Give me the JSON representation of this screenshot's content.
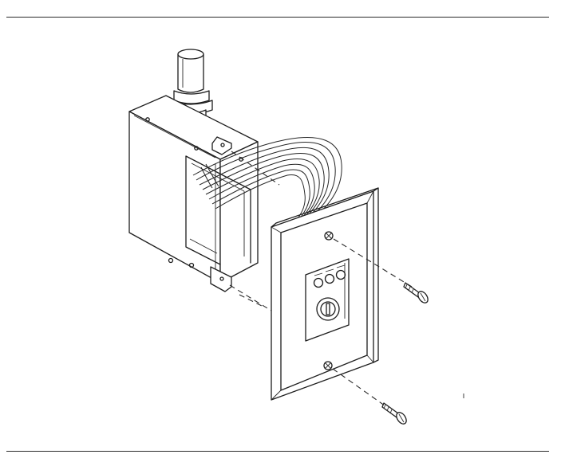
{
  "colors": {
    "background": "#ffffff",
    "ink": "#1d1d1d"
  },
  "drawing": {
    "components": [
      "conduit",
      "conduit-connector",
      "electrical-box",
      "wire-bundle",
      "wall-plate",
      "keyswitch",
      "indicator-lamps",
      "mounting-screw-top",
      "mounting-screw-bottom"
    ]
  }
}
